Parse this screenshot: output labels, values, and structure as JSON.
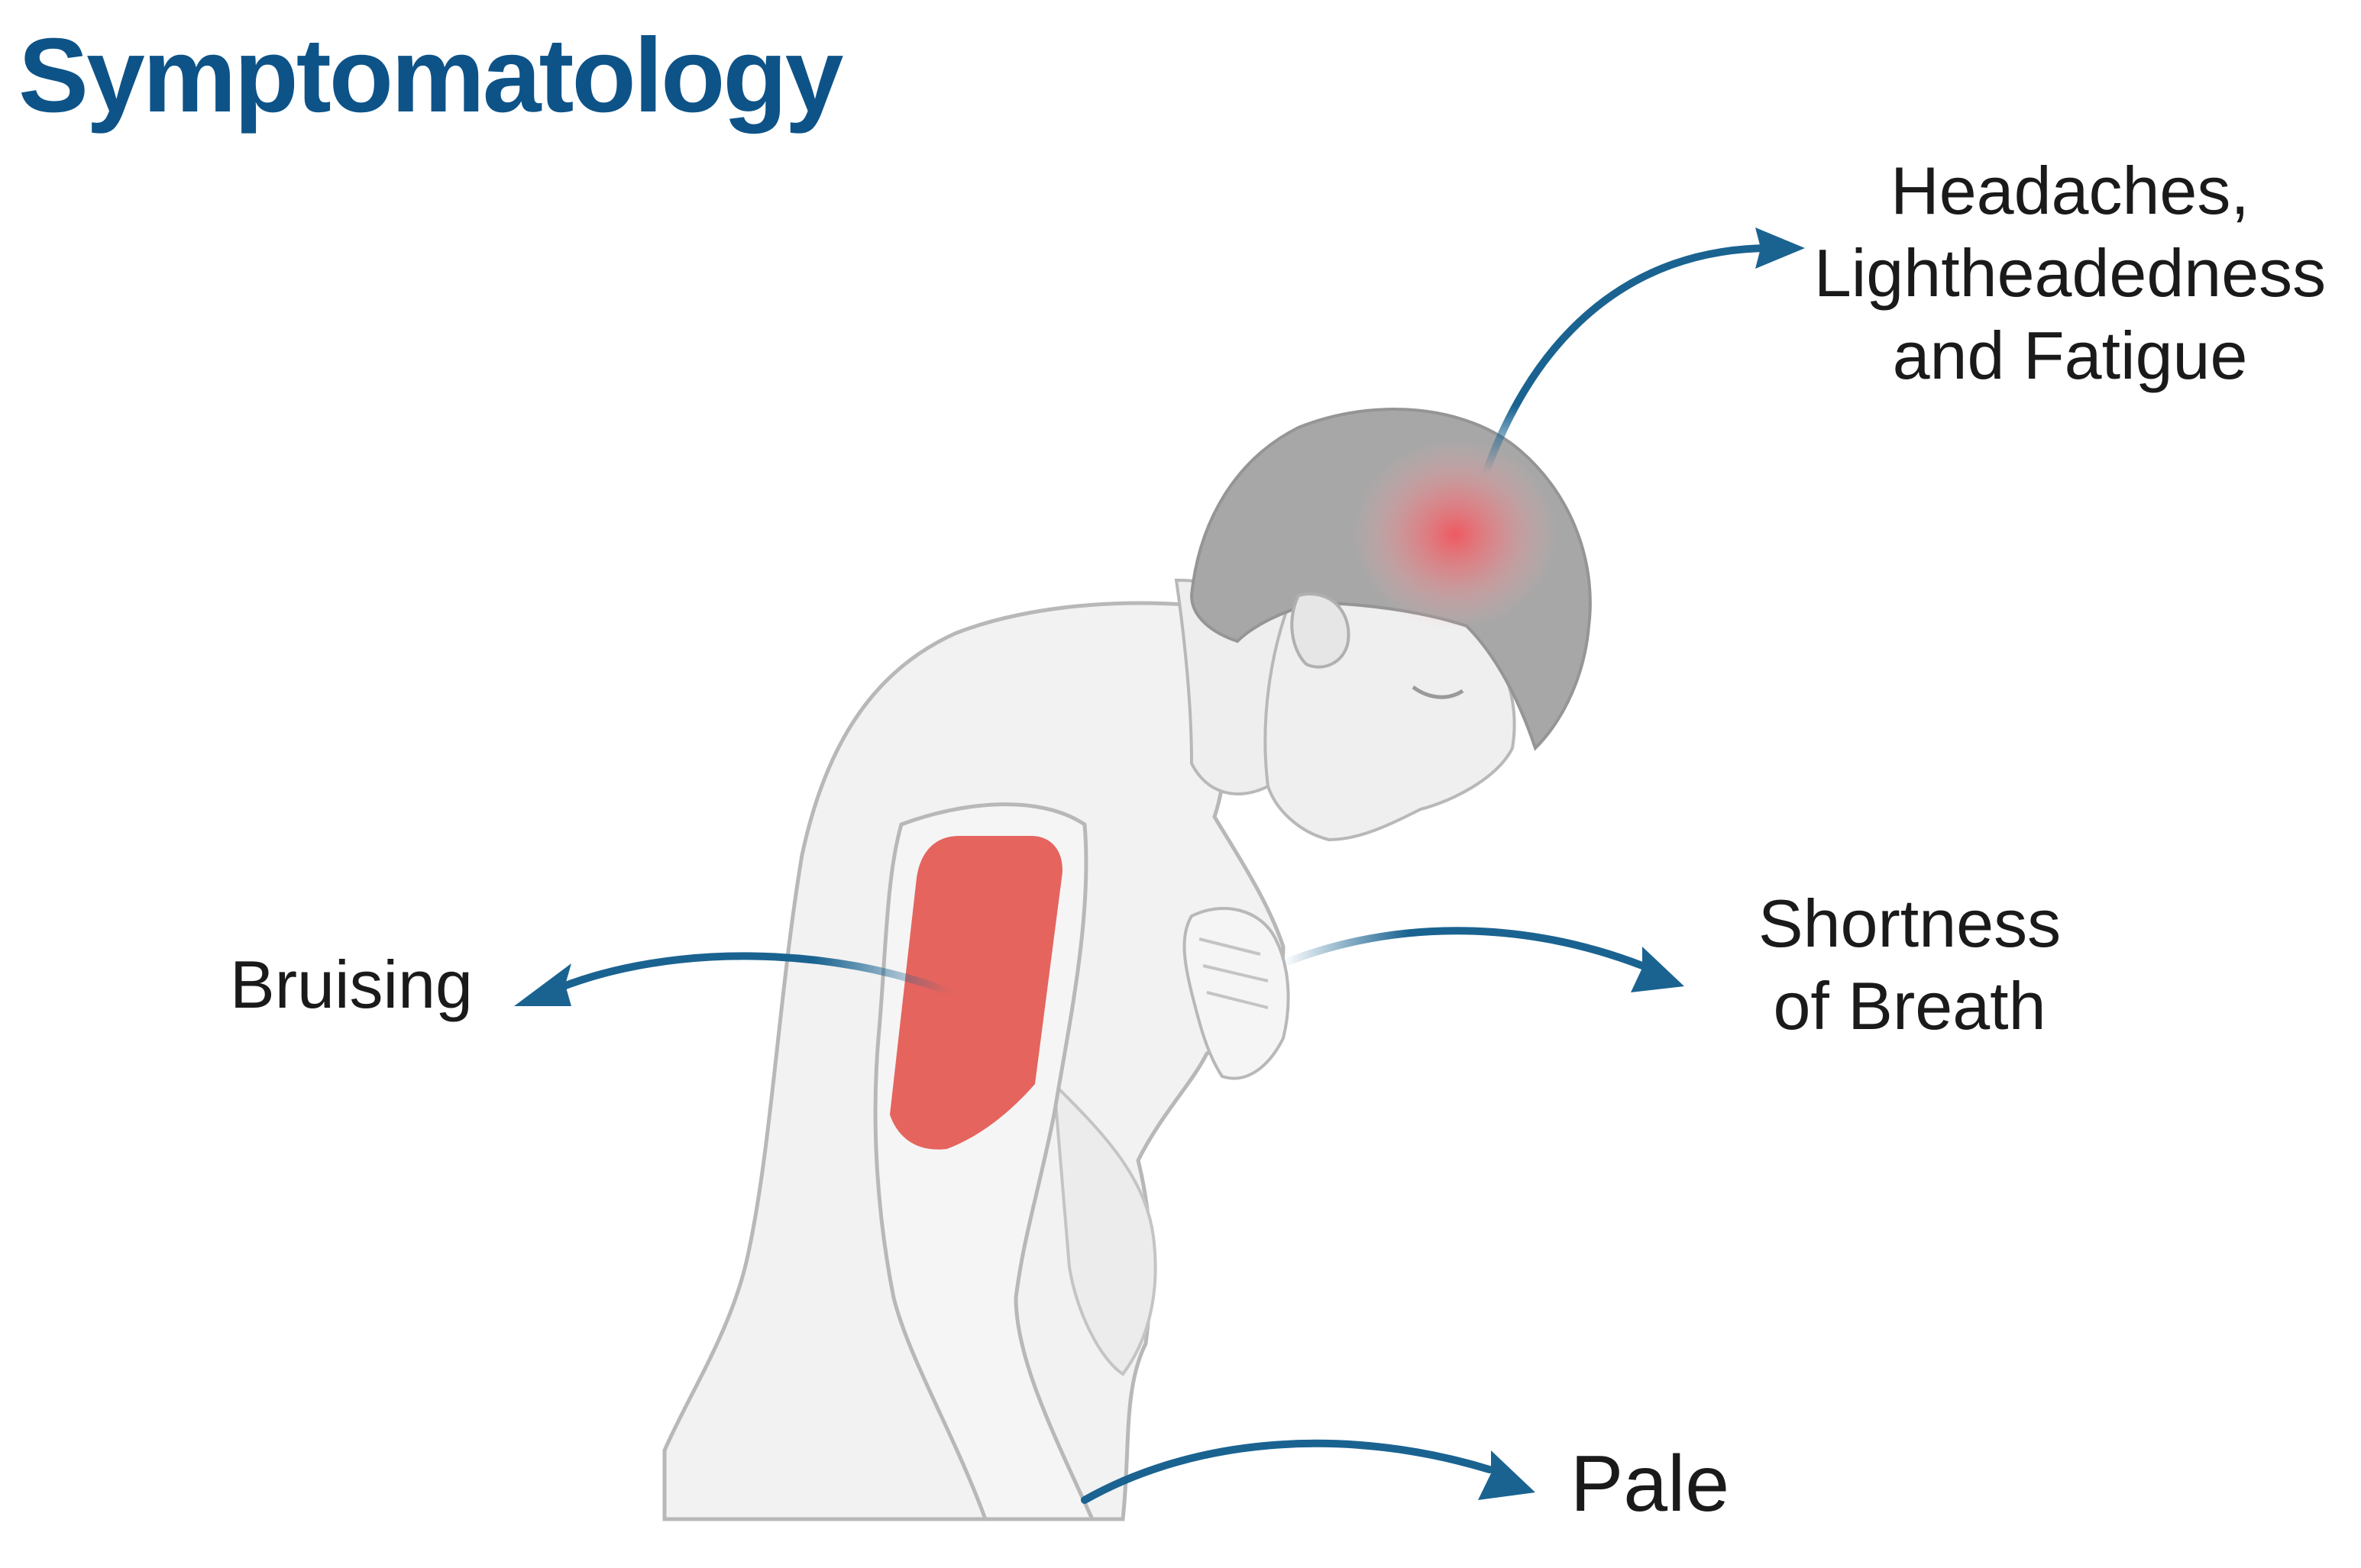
{
  "title": "Symptomatology",
  "colors": {
    "title": "#0d5388",
    "arrow": "#1a6391",
    "label": "#1a1a1a",
    "bruise": "#e5645e",
    "headache_glow": "#f2555d",
    "body_fill": "#f2f2f2",
    "body_outline": "#b8b8b8",
    "hair": "#a7a7a7"
  },
  "labels": {
    "headaches": [
      "Headaches,",
      "Lightheadedness",
      "and Fatigue"
    ],
    "shortness": [
      "Shortness",
      "of Breath"
    ],
    "bruising": "Bruising",
    "pale": "Pale"
  }
}
